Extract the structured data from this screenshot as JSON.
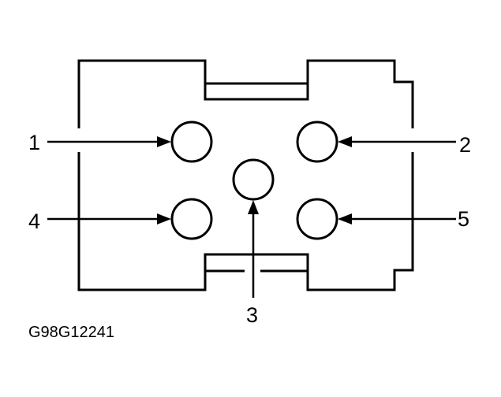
{
  "connector": {
    "pins": [
      {
        "id": "pin-1",
        "label": "1"
      },
      {
        "id": "pin-2",
        "label": "2"
      },
      {
        "id": "pin-3",
        "label": "3"
      },
      {
        "id": "pin-4",
        "label": "4"
      },
      {
        "id": "pin-5",
        "label": "5"
      }
    ]
  },
  "figure_code": "G98G12241",
  "colors": {
    "line": "#000000",
    "background": "#ffffff"
  }
}
